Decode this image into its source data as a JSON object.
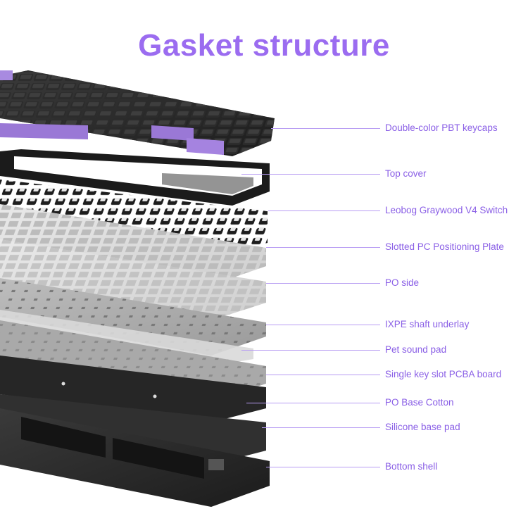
{
  "title": "Gasket structure",
  "colors": {
    "accent": "#9b6cf0",
    "line": "#b79cf3"
  },
  "layers": [
    {
      "label": "Double-color PBT keycaps"
    },
    {
      "label": "Top cover"
    },
    {
      "label": "Leobog Graywood V4 Switch"
    },
    {
      "label": "Slotted PC Positioning Plate"
    },
    {
      "label": "PO side"
    },
    {
      "label": "IXPE shaft underlay"
    },
    {
      "label": "Pet sound pad"
    },
    {
      "label": "Single key slot PCBA board"
    },
    {
      "label": "PO Base Cotton"
    },
    {
      "label": "Silicone base pad"
    },
    {
      "label": "Bottom shell"
    }
  ]
}
